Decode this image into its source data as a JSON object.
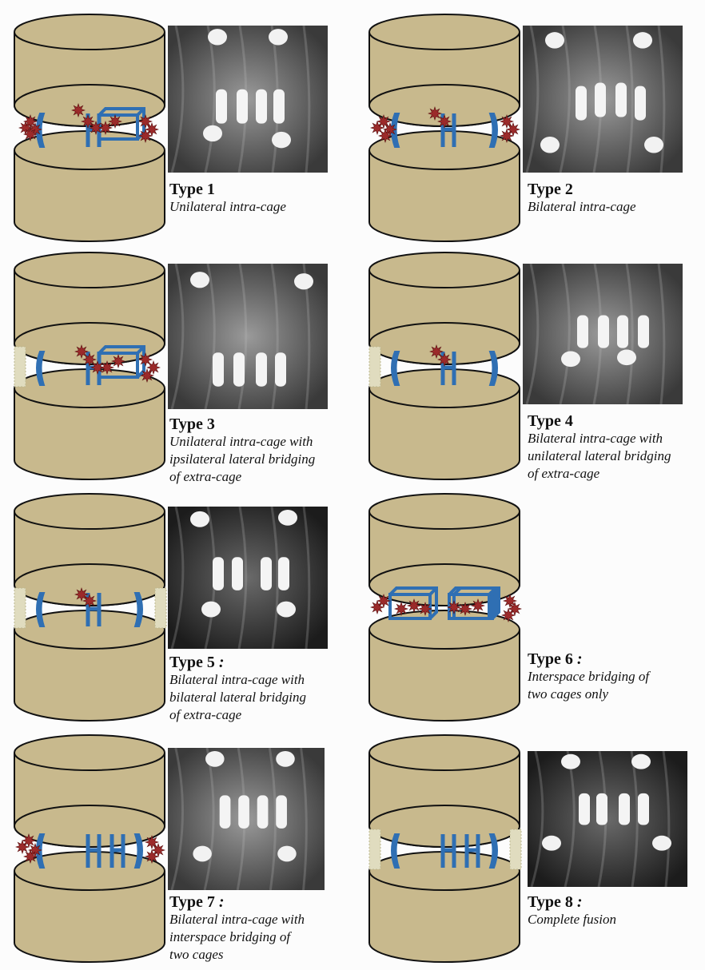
{
  "panels": [
    {
      "title": "Type 1",
      "colon": "",
      "desc": "Unilateral intra-cage"
    },
    {
      "title": "Type 2",
      "colon": "",
      "desc": "Bilateral intra-cage"
    },
    {
      "title": "Type 3",
      "colon": "",
      "desc": "Unilateral intra-cage with\nipsilateral lateral bridging\nof extra-cage"
    },
    {
      "title": "Type 4",
      "colon": "",
      "desc": "Bilateral intra-cage with\nunilateral lateral bridging\nof extra-cage"
    },
    {
      "title": "Type 5",
      "colon": " :",
      "desc": " Bilateral intra-cage with\nbilateral lateral bridging\nof extra-cage"
    },
    {
      "title": "Type 6",
      "colon": " :",
      "desc": " Interspace bridging of\ntwo cages only"
    },
    {
      "title": "Type 7",
      "colon": " :",
      "desc": " Bilateral intra-cage with\ninterspace bridging of\ntwo cages"
    },
    {
      "title": "Type 8",
      "colon": " :",
      "desc": " Complete fusion"
    }
  ],
  "colors": {
    "vertebra": "#c8b98d",
    "cage": "#2f6fb3",
    "bone_graft": "#9b2a2a",
    "lateral_bridge": "#e0dcbf"
  }
}
